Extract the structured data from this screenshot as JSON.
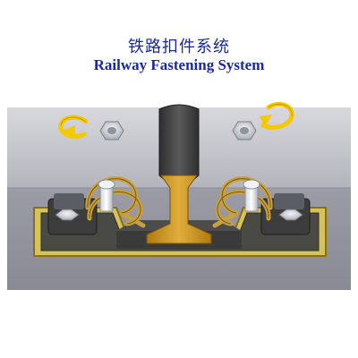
{
  "title": {
    "cn": "铁路扣件系统",
    "en": "Railway Fastening System"
  },
  "colors": {
    "title": "#1a2a9c",
    "arrow": "#f5c800",
    "rail": "#4a4a4a",
    "rail_core": "#c8961e",
    "base_plate": "#d6c25a",
    "sleeper": "#a8a8b0",
    "clip": "#c8a03c"
  },
  "parts": [
    "rail",
    "rail-core",
    "sleeper",
    "base-plate",
    "elastic-clip",
    "bolt",
    "nut",
    "rotation-arrow"
  ]
}
